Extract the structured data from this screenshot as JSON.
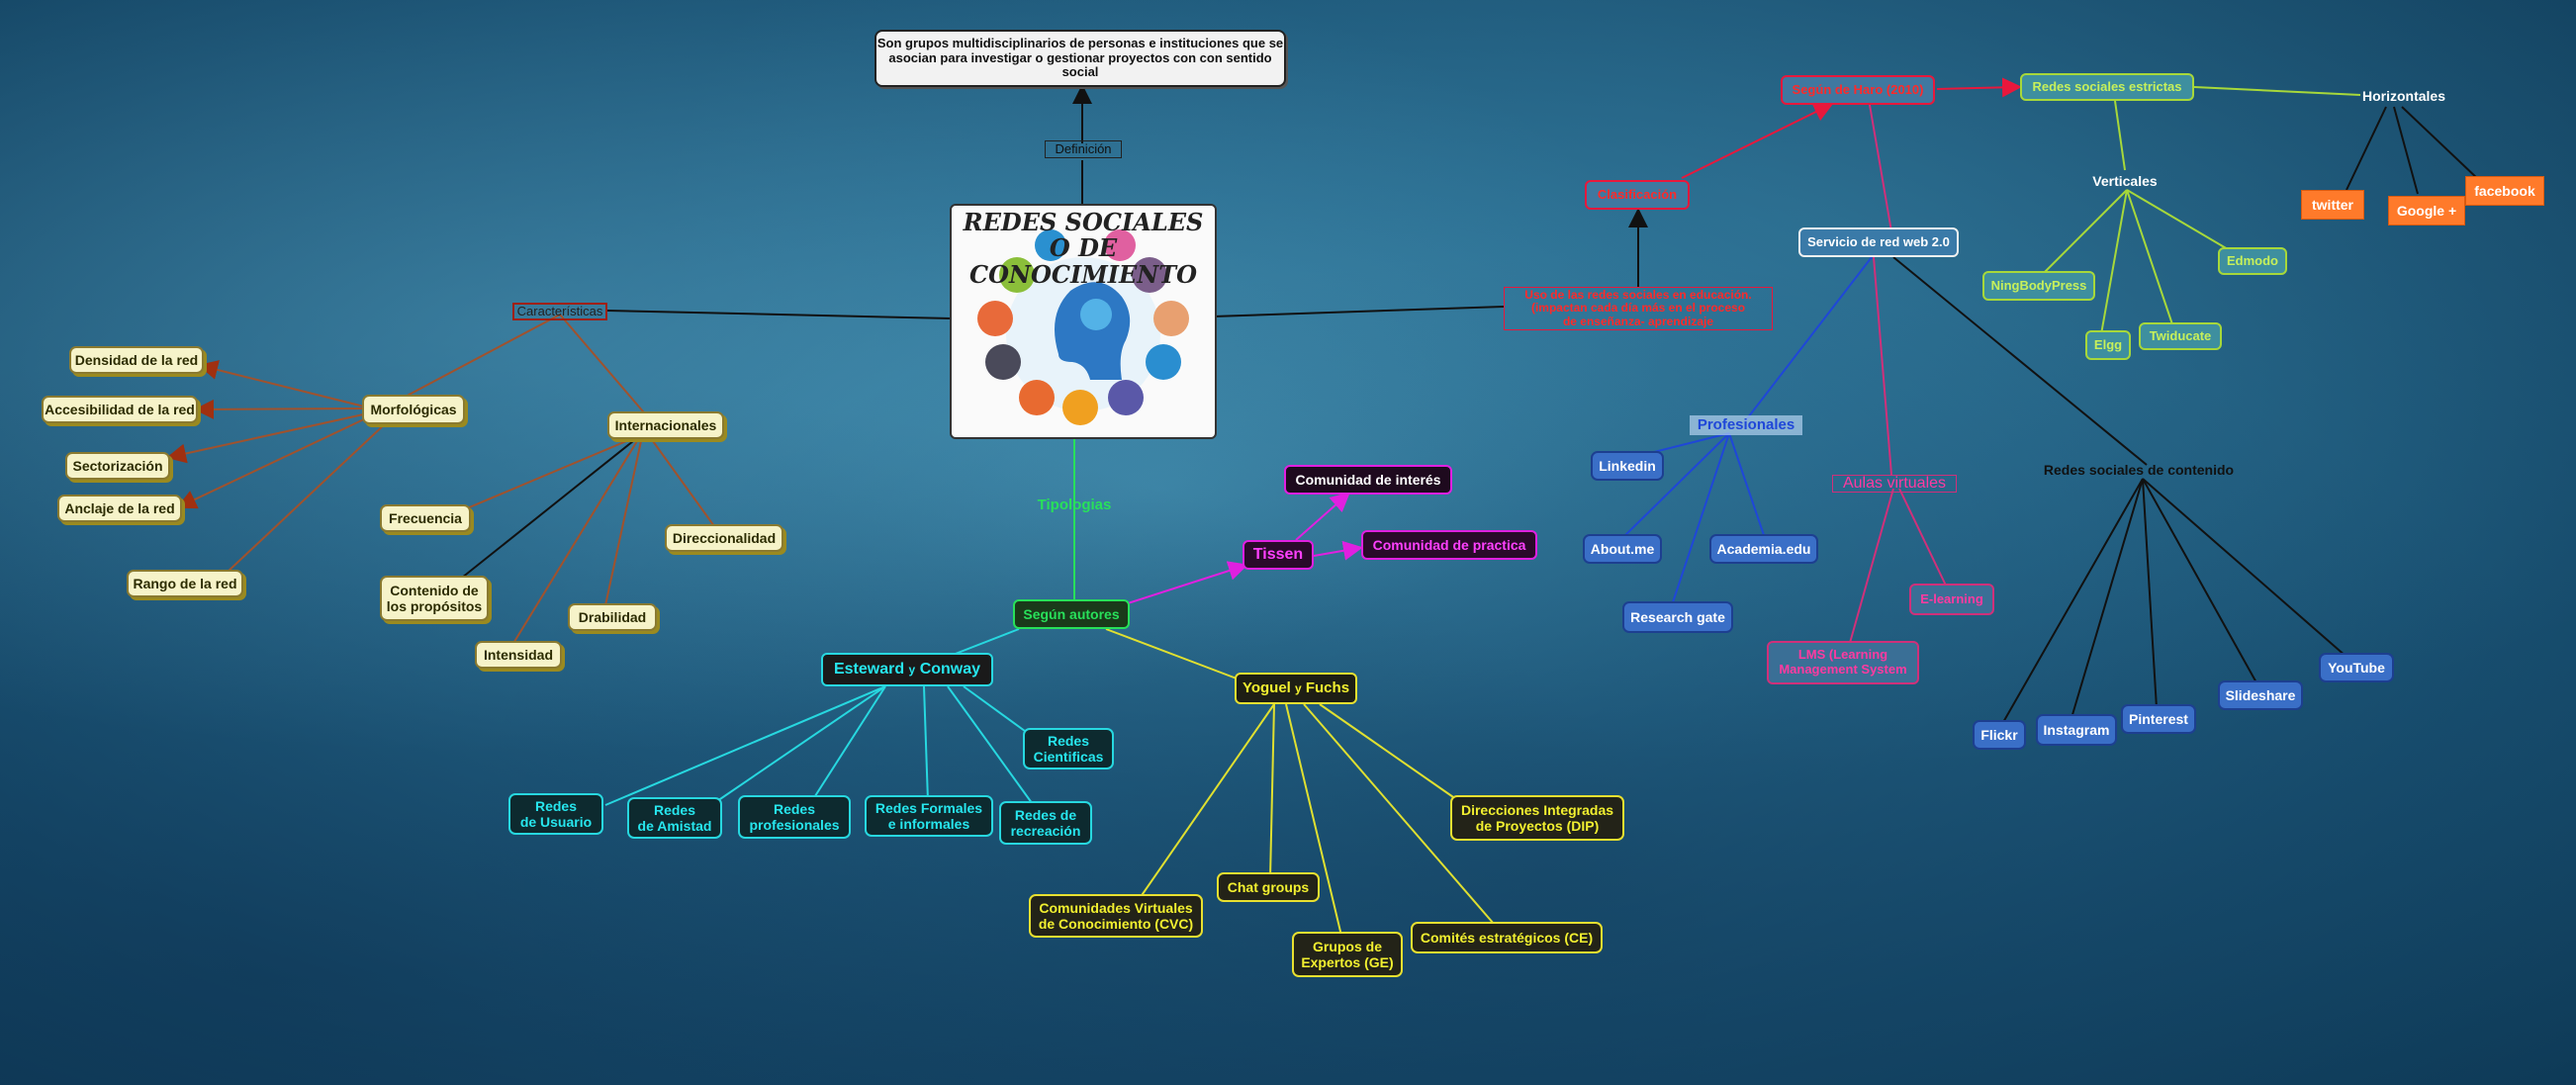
{
  "central": {
    "title": "REDES SOCIALES O DE CONOCIMIENTO"
  },
  "definition": {
    "link_label": "Definición",
    "text": "Son grupos multidisciplinarios de personas e instituciones que se asocian para investigar o gestionar proyectos con con sentido social"
  },
  "characteristics": {
    "label": "Características",
    "morphological": {
      "label": "Morfológicas",
      "items": [
        "Densidad de la red",
        "Accesibilidad de la red",
        "Sectorización",
        "Anclaje de la  red",
        "Rango de la red"
      ]
    },
    "international": {
      "label": "Internacionales",
      "items": [
        "Frecuencia",
        "Contenido de\nlos propósitos",
        "Intensidad",
        "Drabilidad",
        "Direccionalidad"
      ]
    }
  },
  "typologies": {
    "label": "Tipologias",
    "by_authors": "Según autores",
    "tissen": {
      "label": "Tissen",
      "items": [
        "Comunidad de interés",
        "Comunidad de practica"
      ]
    },
    "esteward": {
      "label_main": "Esteward",
      "label_y": "y",
      "label_end": "Conway",
      "items": [
        "Redes\nde Usuario",
        "Redes\nde Amistad",
        "Redes\nprofesionales",
        "Redes Formales\ne informales",
        "Redes de\nrecreación",
        "Redes\nCientificas"
      ]
    },
    "yoguel": {
      "label_main": "Yoguel",
      "label_y": "y",
      "label_end": "Fuchs",
      "items": [
        "Comunidades Virtuales\nde Conocimiento (CVC)",
        "Chat groups",
        "Grupos de\nExpertos (GE)",
        "Comités estratégicos (CE)",
        "Direcciones Integradas\nde Proyectos (DIP)"
      ]
    }
  },
  "education": {
    "text": "Uso de las redes sociales en educación.\n(impactan cada día más en el proceso\nde enseñanza- aprendizaje",
    "classification": "Clasificación",
    "haro": "Según de Haro (2010)",
    "strict": {
      "label": "Redes sociales estrictas",
      "horizontal": "Horizontales",
      "vertical": "Verticales",
      "horizontal_items": [
        "twitter",
        "Google +",
        "facebook"
      ],
      "vertical_items": [
        "NingBodyPress",
        "Elgg",
        "Twiducate",
        "Edmodo"
      ]
    },
    "web20": "Servicio de red web 2.0",
    "professional": {
      "label": "Profesionales",
      "items": [
        "Linkedin",
        "About.me",
        "Academia.edu",
        "Research gate"
      ]
    },
    "virtual": {
      "label": "Aulas virtuales",
      "items": [
        "LMS (Learning\nManagement System",
        "E-learning"
      ]
    },
    "content": {
      "label": "Redes sociales de contenido",
      "items": [
        "Flickr",
        "Instagram",
        "Pinterest",
        "Slideshare",
        "YouTube"
      ]
    }
  },
  "colors": {
    "cyan": "#27e6ee",
    "yellow": "#f2f030",
    "green_link": "#28e05a",
    "magenta": "#e020e0",
    "red": "#e8183c",
    "pink": "#d0307a",
    "blue": "#1f47d8",
    "lime": "#a7d83a",
    "brown": "#a0522d"
  }
}
